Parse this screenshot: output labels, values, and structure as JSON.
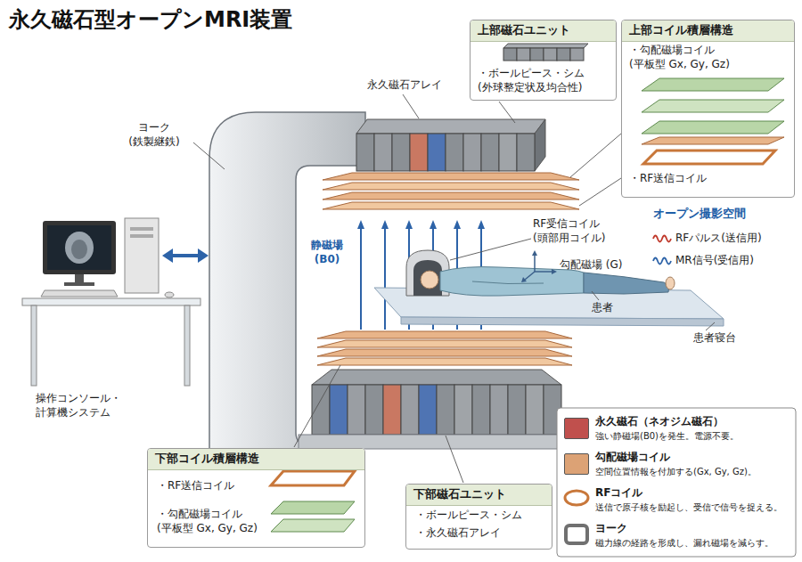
{
  "diagram": {
    "title": "永久磁石型オープンMRI装置",
    "nodes": [
      {
        "text": [
          "上部磁石ユニット",
          "・ボールピース・シム (外球整定状及均合性)"
        ]
      },
      {
        "text": [
          "上部コイル積層構造",
          "・勾配磁場コイル (平板型 Gx, Gy, Gz)",
          "・RF送信コイル"
        ]
      },
      {
        "text": [
          "下部コイル積層構造",
          "・RF送信コイル",
          "・勾配磁場コイル (平板型 Gx, Gy, Gz)"
        ]
      },
      {
        "text": [
          "下部磁石ユニット",
          "・ボールピース・シム",
          "・永久磁石アレイ"
        ]
      }
    ],
    "labels": [
      "永久磁石アレイ",
      "ヨーク (鉄製継鉄)",
      "静磁場 (B0)",
      "RF受信コイル (頭部用コイル)",
      "勾配磁場 (G)",
      "オープン撮影空間",
      "RFパルス(送信用)",
      "MR信号(受信用)",
      "患者",
      "患者寝台",
      "操作コンソール・ 計算機システム",
      "強い静磁場(B0)を発生。電源不要。",
      "空間位置情報を付加する(Gx, Gy, Gz)。",
      "送信で原子核を励起し、受信で信号を捉える。",
      "磁力線の経路を形成し、漏れ磁場を減らす。"
    ],
    "legend": [
      {
        "text": "永久磁石（ネオジム磁石）",
        "color": "#c0504d"
      },
      {
        "text": "勾配磁場コイル",
        "color": "#dca275"
      },
      {
        "text": "RFコイル"
      },
      {
        "text": "ヨーク"
      }
    ]
  }
}
